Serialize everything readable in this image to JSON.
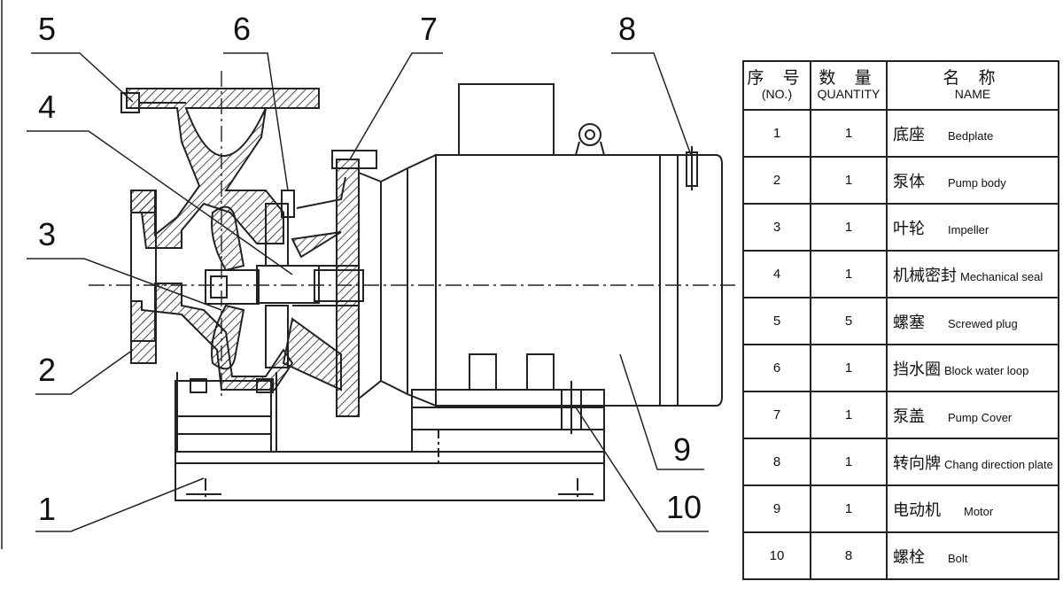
{
  "callouts": [
    "1",
    "2",
    "3",
    "4",
    "5",
    "6",
    "7",
    "8",
    "9",
    "10"
  ],
  "table": {
    "headers": {
      "no_zh": "序 号",
      "no_en": "(NO.)",
      "qty_zh": "数 量",
      "qty_en": "QUANTITY",
      "name_zh": "名 称",
      "name_en": "NAME"
    },
    "rows": [
      {
        "no": "1",
        "qty": "1",
        "name_zh": "底座",
        "name_en": "Bedplate"
      },
      {
        "no": "2",
        "qty": "1",
        "name_zh": "泵体",
        "name_en": "Pump body"
      },
      {
        "no": "3",
        "qty": "1",
        "name_zh": "叶轮",
        "name_en": "Impeller"
      },
      {
        "no": "4",
        "qty": "1",
        "name_zh": "机械密封",
        "name_en": "Mechanical seal"
      },
      {
        "no": "5",
        "qty": "5",
        "name_zh": "螺塞",
        "name_en": "Screwed plug"
      },
      {
        "no": "6",
        "qty": "1",
        "name_zh": "挡水圈",
        "name_en": "Block water loop"
      },
      {
        "no": "7",
        "qty": "1",
        "name_zh": "泵盖",
        "name_en": "Pump Cover"
      },
      {
        "no": "8",
        "qty": "1",
        "name_zh": "转向牌",
        "name_en": "Chang direction plate"
      },
      {
        "no": "9",
        "qty": "1",
        "name_zh": "电动机",
        "name_en": "Motor"
      },
      {
        "no": "10",
        "qty": "8",
        "name_zh": "螺栓",
        "name_en": "Bolt"
      }
    ]
  }
}
